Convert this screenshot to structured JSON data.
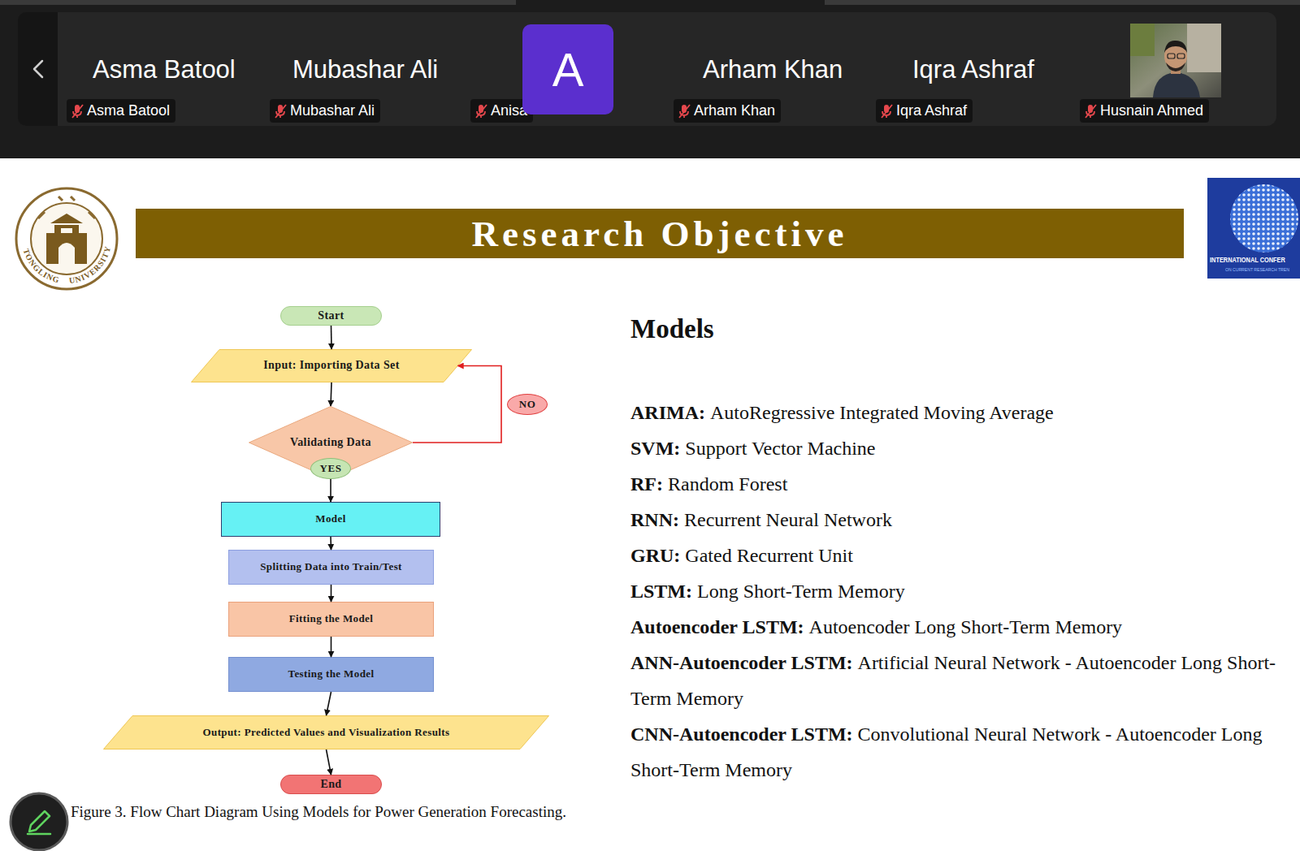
{
  "diagram": {
    "title": "Research Objective",
    "caption": "Figure 3. Flow Chart Diagram Using Models for Power Generation Forecasting.",
    "nodes": [
      {
        "text": [
          "Asma Batool"
        ]
      },
      {
        "text": [
          "Mubashar Ali"
        ]
      },
      {
        "text": [
          "A"
        ]
      },
      {
        "text": [
          "Anisa"
        ]
      },
      {
        "text": [
          "Arham Khan"
        ]
      },
      {
        "text": [
          "Iqra Ashraf"
        ]
      },
      {
        "text": [
          "Husnain Ahmed"
        ]
      },
      {
        "text": [
          "Start"
        ]
      },
      {
        "text": [
          "Input: Importing Data Set"
        ]
      },
      {
        "text": [
          "Validating Data"
        ]
      },
      {
        "text": [
          "Model"
        ]
      },
      {
        "text": [
          "Splitting Data into Train/Test"
        ]
      },
      {
        "text": [
          "Fitting the Model"
        ]
      },
      {
        "text": [
          "Testing the Model"
        ]
      },
      {
        "text": [
          "Output: Predicted Values and Visualization Results"
        ]
      },
      {
        "text": [
          "End"
        ]
      }
    ],
    "edges": [
      {
        "from": 7,
        "to": 8,
        "arrow": "to"
      },
      {
        "from": 8,
        "to": 9,
        "arrow": "to"
      },
      {
        "from": 9,
        "to": 8,
        "label": "NO",
        "arrow": "to"
      },
      {
        "from": 9,
        "to": 10,
        "label": "YES",
        "arrow": "to"
      },
      {
        "from": 10,
        "to": 11,
        "arrow": "to"
      },
      {
        "from": 11,
        "to": 12,
        "arrow": "to"
      },
      {
        "from": 12,
        "to": 13,
        "arrow": "to"
      },
      {
        "from": 13,
        "to": 14,
        "arrow": "to"
      },
      {
        "from": 14,
        "to": 15,
        "arrow": "to"
      }
    ],
    "labels": [
      "Asma Batool",
      "Mubashar Ali",
      "Arham Khan",
      "Iqra Ashraf",
      "TONGLING",
      "UNIVERSITY",
      "INTERNATIONAL CONFER",
      "ON CURRENT RESEARCH TREN",
      "Models",
      "ARIMA:",
      "AutoRegressive Integrated Moving Average",
      "SVM:",
      "Support Vector Machine",
      "RF:",
      "Random Forest",
      "RNN:",
      "Recurrent Neural Network",
      "GRU:",
      "Gated Recurrent Unit",
      "LSTM:",
      "Long Short-Term Memory",
      "Autoencoder LSTM:",
      "Autoencoder Long Short-Term Memory",
      "ANN-Autoencoder LSTM:",
      "Artificial Neural Network - Autoencoder Long Short-Term Memory",
      "CNN-Autoencoder LSTM:",
      "Convolutional Neural Network - Autoencoder Long Short-Term Memory"
    ]
  }
}
